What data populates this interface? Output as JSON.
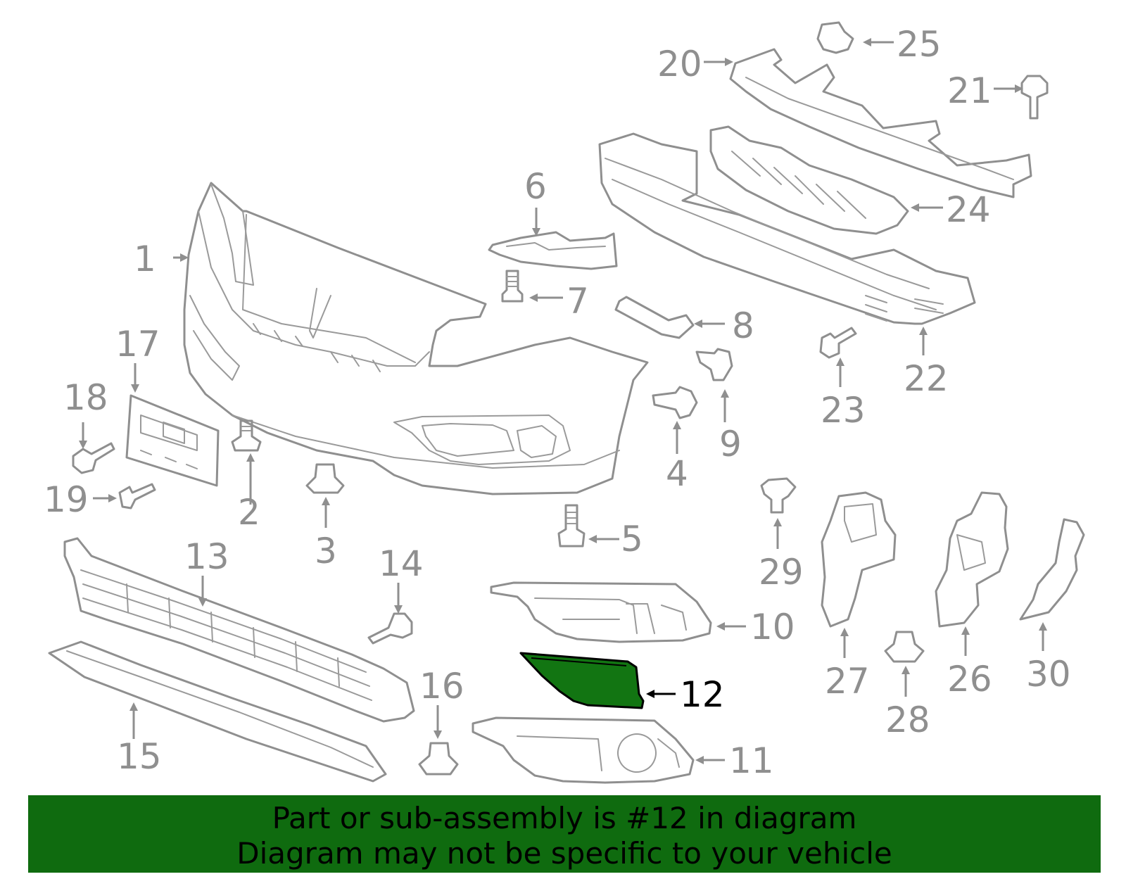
{
  "banner": {
    "line1": "Part or sub-assembly is #12 in diagram",
    "line2": "Diagram may not be specific to your vehicle",
    "background": "#0f6b0f"
  },
  "highlight": {
    "part_number": "12",
    "fill_color": "#127512"
  },
  "callouts": {
    "c1": "1",
    "c2": "2",
    "c3": "3",
    "c4": "4",
    "c5": "5",
    "c6": "6",
    "c7": "7",
    "c8": "8",
    "c9": "9",
    "c10": "10",
    "c11": "11",
    "c12": "12",
    "c13": "13",
    "c14": "14",
    "c15": "15",
    "c16": "16",
    "c17": "17",
    "c18": "18",
    "c19": "19",
    "c20": "20",
    "c21": "21",
    "c22": "22",
    "c23": "23",
    "c24": "24",
    "c25": "25",
    "c26": "26",
    "c27": "27",
    "c28": "28",
    "c29": "29",
    "c30": "30"
  },
  "colors": {
    "line_art": "#8f8f8f",
    "highlight_outline": "#000000"
  }
}
